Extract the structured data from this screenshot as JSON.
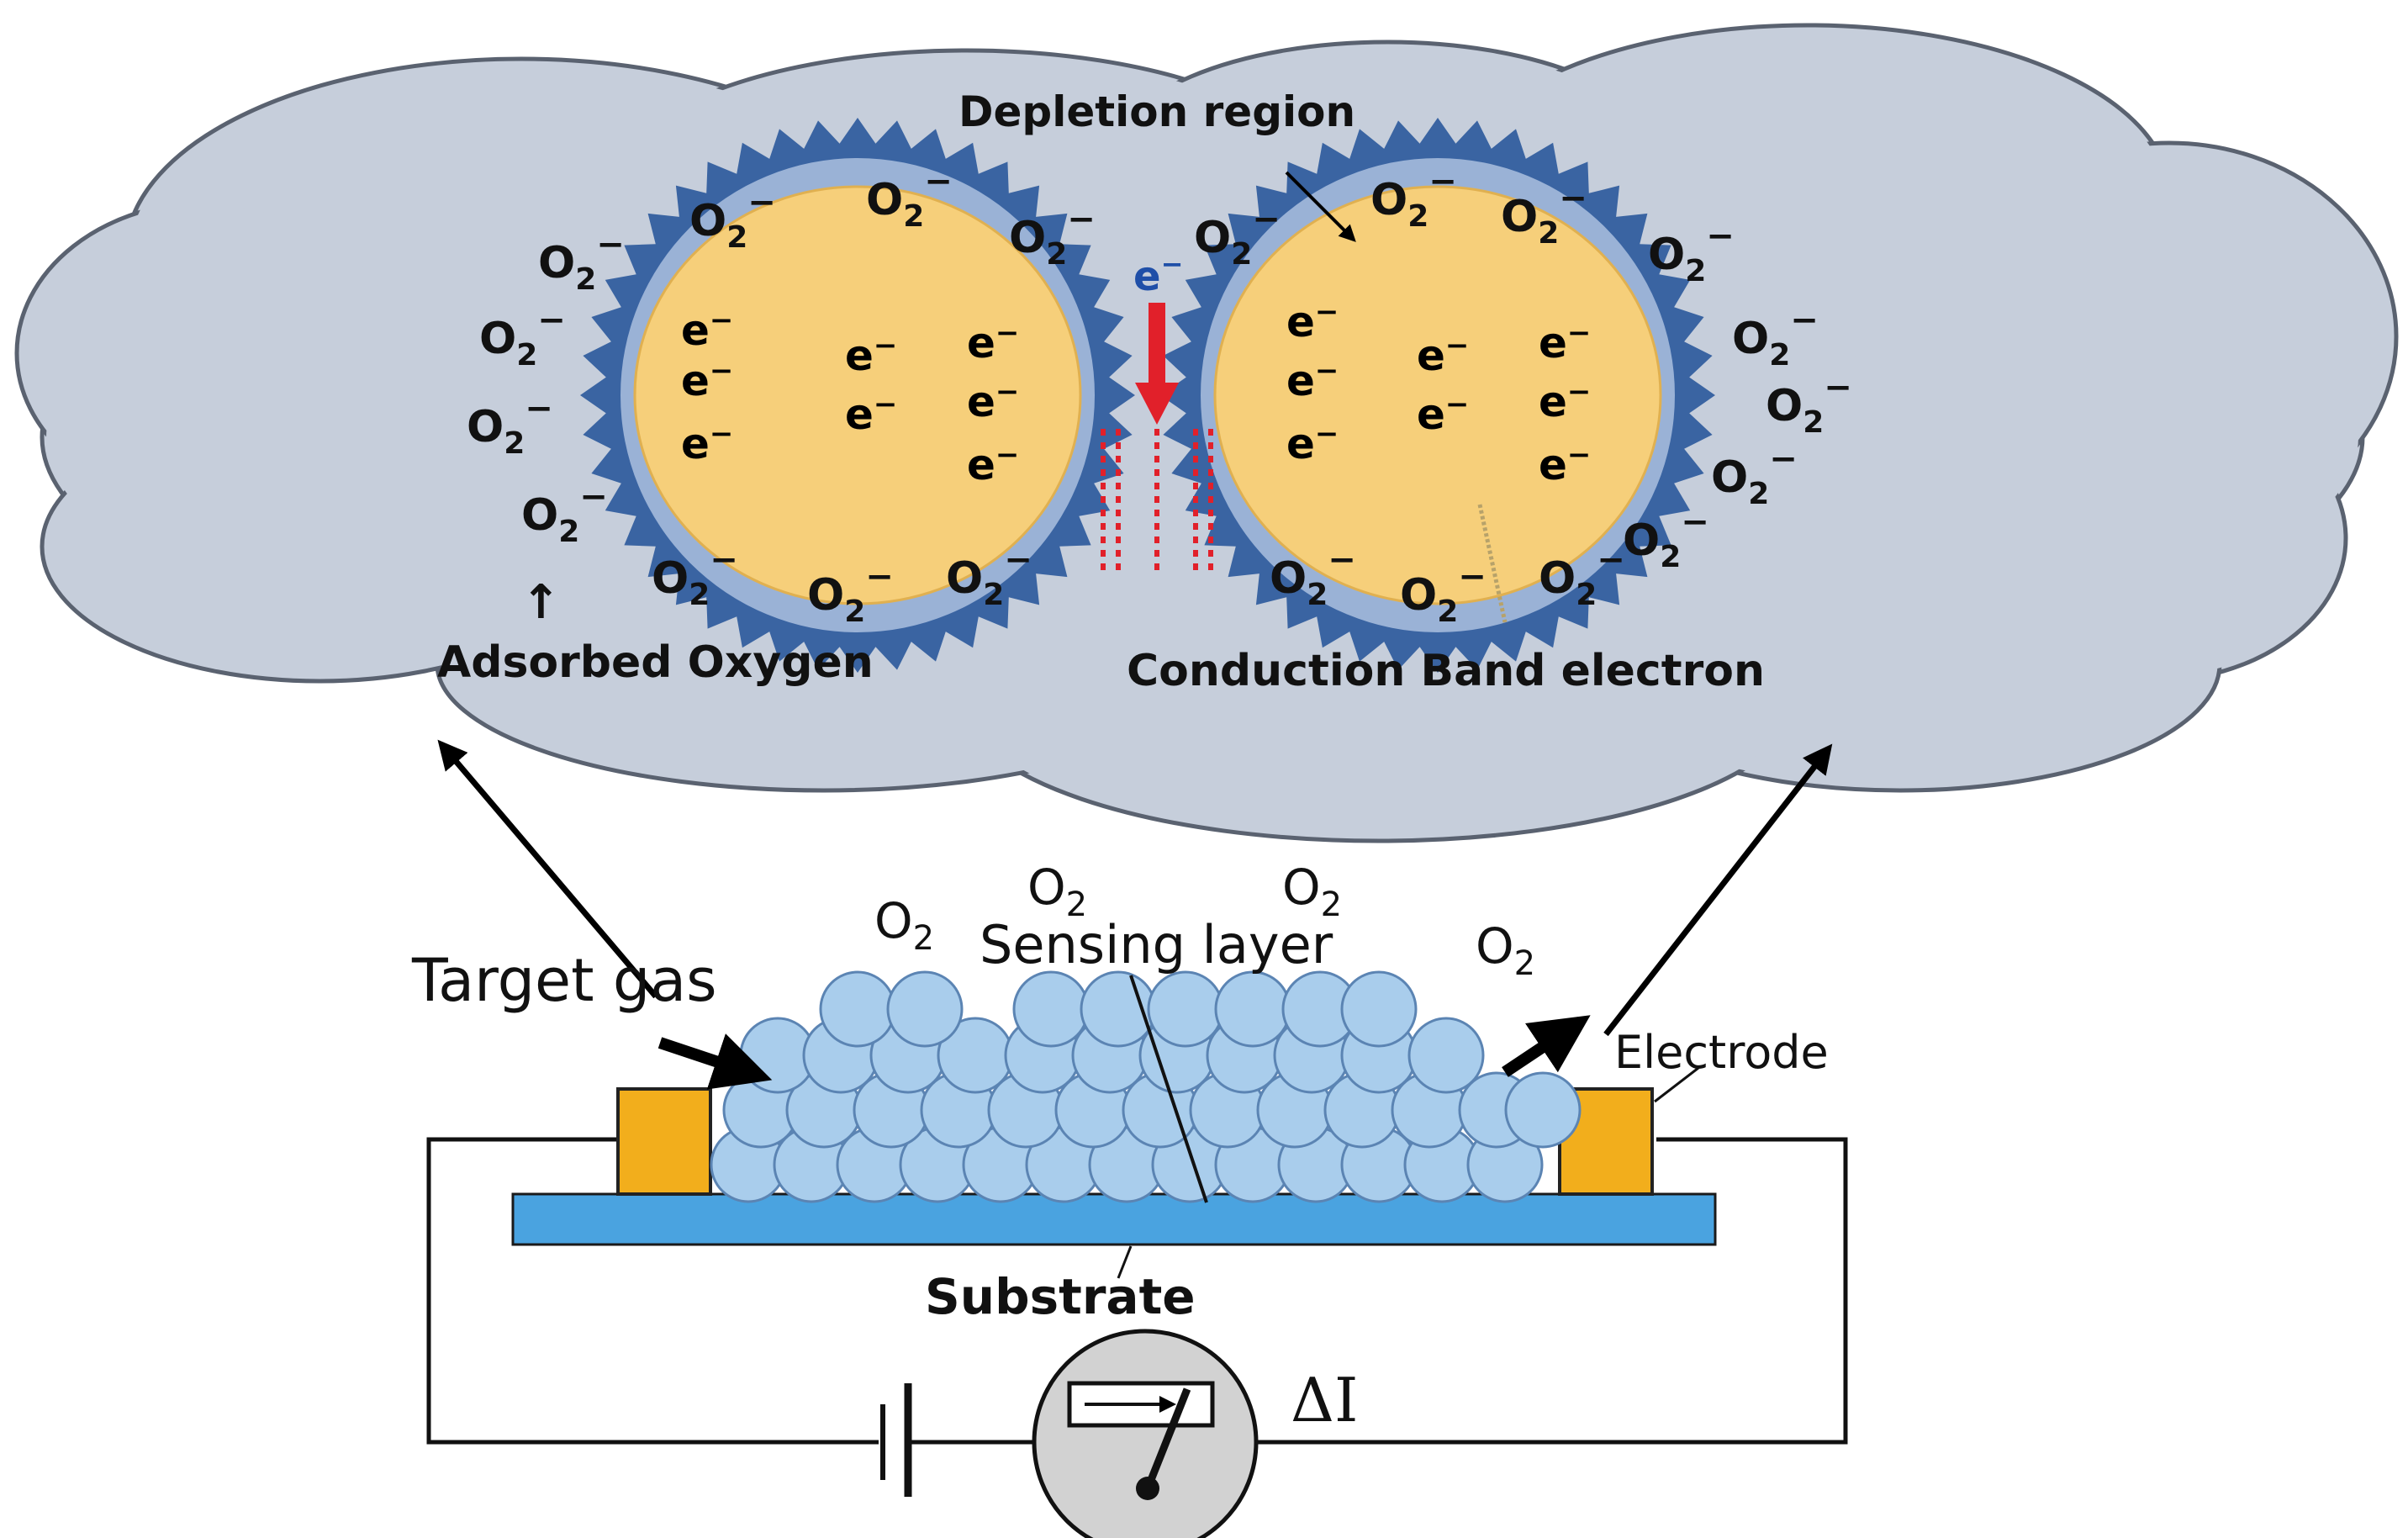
{
  "cloud": {
    "depletion_label": "Depletion region",
    "adsorbed_label": "Adsorbed Oxygen",
    "conduction_label": "Conduction Band electron",
    "interface_electron": "e",
    "interface_electron_sup": "−",
    "oxygen_symbol": "O",
    "oxygen_subscript": "2",
    "oxygen_charge": "−",
    "electron_symbol": "e",
    "electron_charge": "−",
    "arrow_up": "↑"
  },
  "device": {
    "target_gas_label": "Target gas",
    "sensing_layer_label": "Sensing layer",
    "electrode_label": "Electrode",
    "substrate_label": "Substrate",
    "current_label": "ΔI",
    "oxygen_symbol": "O",
    "oxygen_subscript": "2"
  },
  "colors": {
    "cloud_fill": "#c6cedb",
    "grain_fill": "#f6cf7a",
    "grain_shell": "#3a64a2",
    "particle_fill": "#a9cdec",
    "electrode": "#f2ae1c",
    "substrate": "#4aa3e0",
    "electron_arrow": "#e1202a"
  }
}
